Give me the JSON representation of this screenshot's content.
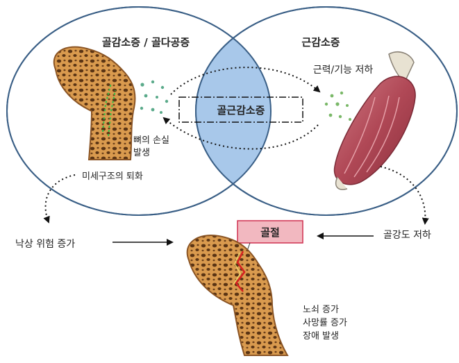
{
  "left_circle": {
    "title": "골감소증 / 골다공증",
    "bone_loss": [
      "뼈의 손실",
      "발생"
    ],
    "micro": "미세구조의 퇴화"
  },
  "right_circle": {
    "title": "근감소증",
    "func": "근력/기능 저하"
  },
  "overlap": {
    "label": "골근감소증"
  },
  "left_outcome": "낙상 위험 증가",
  "right_outcome": "골강도 저하",
  "fracture_label": "골절",
  "consequences": [
    "노쇠 증가",
    "사망률 증가",
    "장애 발생"
  ],
  "colors": {
    "overlap_fill": "#a8c8ea",
    "circle_stroke": "#3a5f86",
    "fracture_box": "#f2b8c0",
    "fracture_border": "#d03050",
    "bone_fill": "#c98a3c",
    "muscle_fill": "#b5525e"
  }
}
